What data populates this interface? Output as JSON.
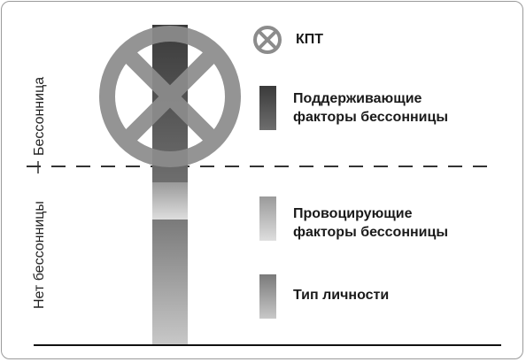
{
  "axis_labels": {
    "upper": "Бессонница",
    "lower": "Нет бессонницы"
  },
  "legend": {
    "cbt": "КПТ",
    "maintaining": "Поддерживающие\nфакторы бессонницы",
    "precipitating": "Провоцирующие\nфакторы бессонницы",
    "personality": "Тип личности"
  },
  "colors": {
    "cbt_symbol": "#8c8c8c",
    "maintaining": "#555555",
    "precipitating": "#c4c4c4",
    "personality": "#8e8e8e",
    "threshold_line": "#333333",
    "baseline": "#111111"
  }
}
